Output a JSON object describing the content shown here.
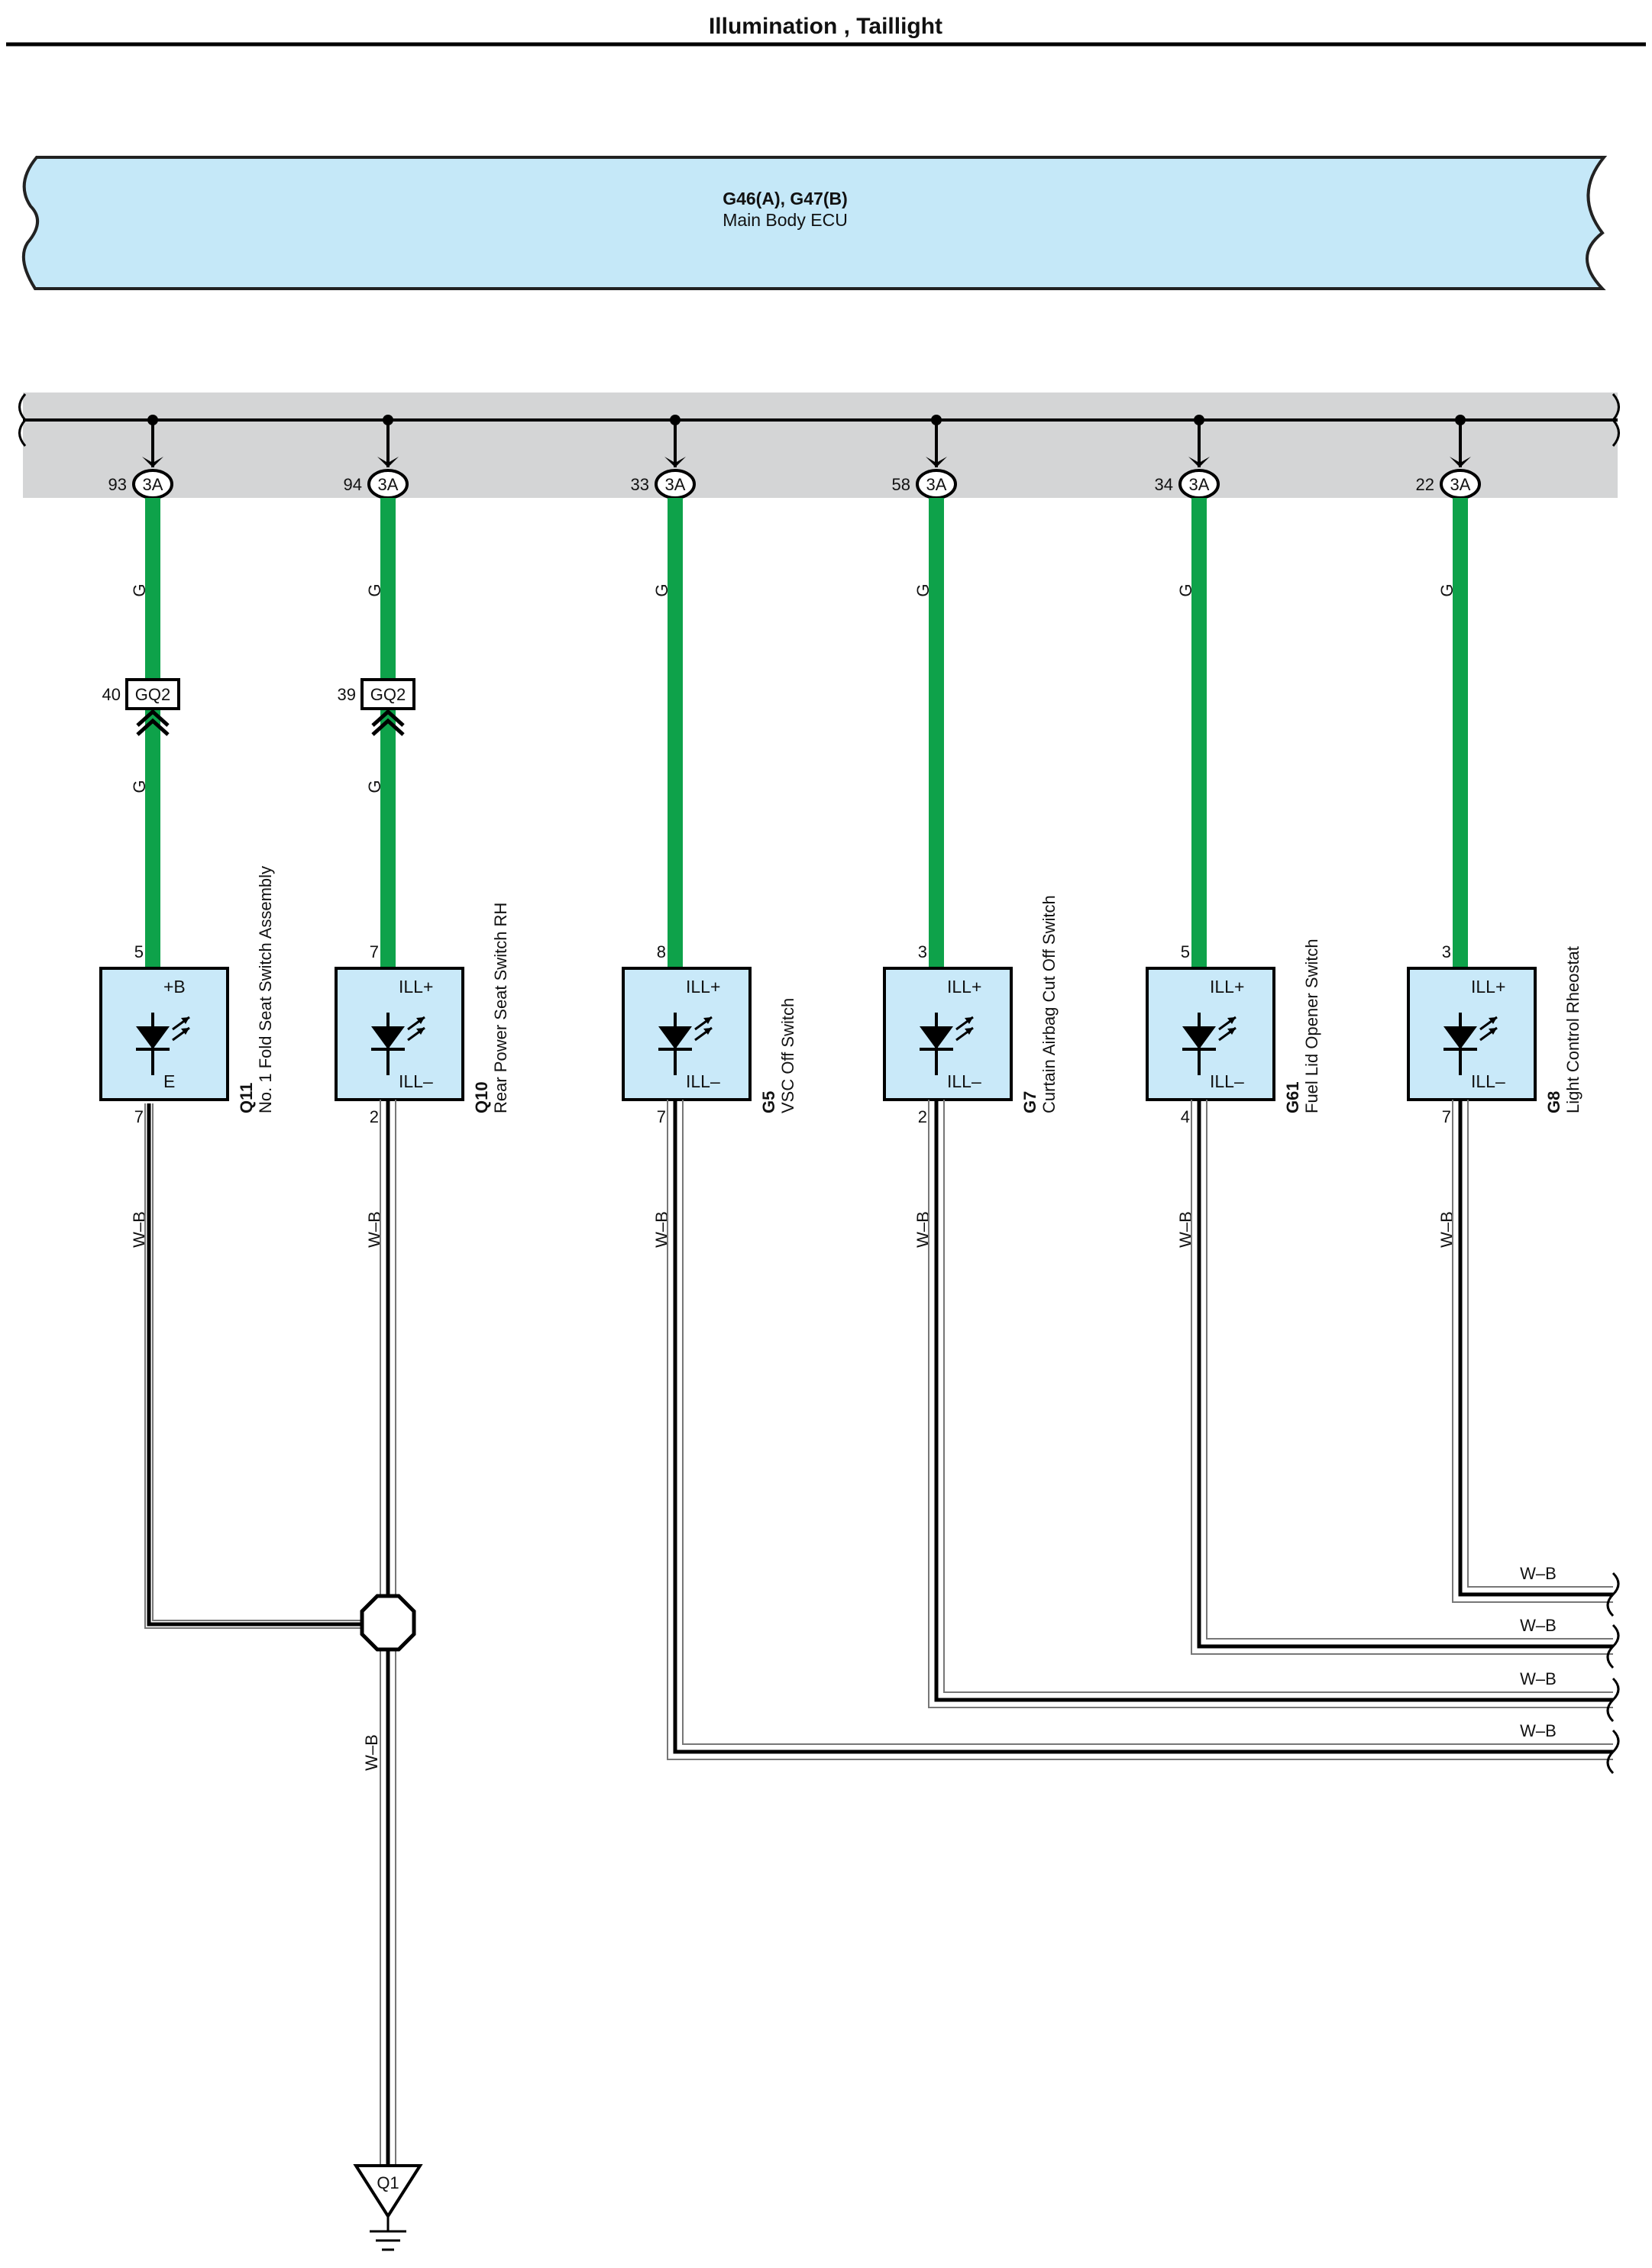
{
  "title": "Illumination , Taillight",
  "ecu": {
    "code": "G46(A), G47(B)",
    "name": "Main Body ECU"
  },
  "colors": {
    "ecu_fill": "#c5e8f8",
    "bus_fill": "#d4d5d6",
    "green_wire": "#0ea24a",
    "component_fill": "#c9e9f9"
  },
  "branches": [
    {
      "ecu_pin": "93",
      "connector": "3A",
      "wire": "G",
      "inline_pin": "40",
      "inline_code": "GQ2",
      "wire2": "G",
      "comp_pin_in": "5",
      "term_in": "+B",
      "term_out": "E",
      "comp_pin_out": "7",
      "code": "Q11",
      "name": "No. 1 Fold Seat Switch Assembly",
      "ground_wire": "W–B"
    },
    {
      "ecu_pin": "94",
      "connector": "3A",
      "wire": "G",
      "inline_pin": "39",
      "inline_code": "GQ2",
      "wire2": "G",
      "comp_pin_in": "7",
      "term_in": "ILL+",
      "term_out": "ILL–",
      "comp_pin_out": "2",
      "code": "Q10",
      "name": "Rear Power Seat Switch RH",
      "ground_wire": "W–B"
    },
    {
      "ecu_pin": "33",
      "connector": "3A",
      "wire": "G",
      "comp_pin_in": "8",
      "term_in": "ILL+",
      "term_out": "ILL–",
      "comp_pin_out": "7",
      "code": "G5",
      "name": "VSC Off Switch",
      "ground_wire": "W–B"
    },
    {
      "ecu_pin": "58",
      "connector": "3A",
      "wire": "G",
      "comp_pin_in": "3",
      "term_in": "ILL+",
      "term_out": "ILL–",
      "comp_pin_out": "2",
      "code": "G7",
      "name": "Curtain Airbag Cut Off Switch",
      "ground_wire": "W–B"
    },
    {
      "ecu_pin": "34",
      "connector": "3A",
      "wire": "G",
      "comp_pin_in": "5",
      "term_in": "ILL+",
      "term_out": "ILL–",
      "comp_pin_out": "4",
      "code": "G61",
      "name": "Fuel Lid Opener Switch",
      "ground_wire": "W–B"
    },
    {
      "ecu_pin": "22",
      "connector": "3A",
      "wire": "G",
      "comp_pin_in": "3",
      "term_in": "ILL+",
      "term_out": "ILL–",
      "comp_pin_out": "7",
      "code": "G8",
      "name": "Light Control Rheostat",
      "ground_wire": "W–B"
    }
  ],
  "right_wire_labels": [
    "W–B",
    "W–B",
    "W–B",
    "W–B"
  ],
  "junction_wire": "W–B",
  "ground": {
    "code": "Q1"
  }
}
